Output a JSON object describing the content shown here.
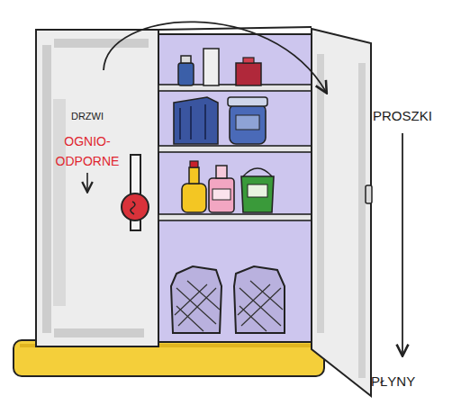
{
  "diagram": {
    "labels": [
      "DRZWI",
      "OGNIO- ODPORNE",
      "PROSZKI",
      "PŁYNY"
    ]
  }
}
